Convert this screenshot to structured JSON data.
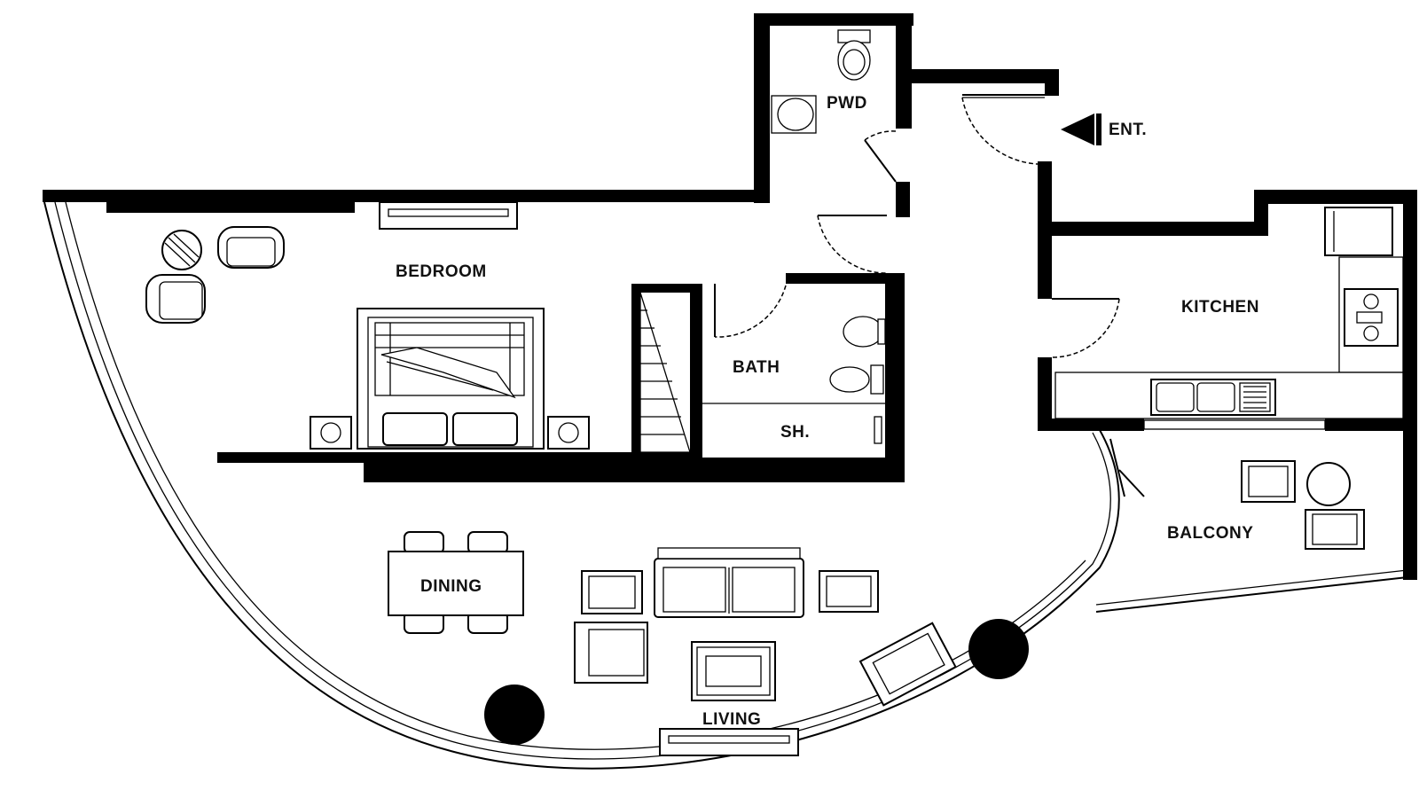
{
  "plan": {
    "rooms": {
      "pwd": "PWD",
      "bedroom": "BEDROOM",
      "bath": "BATH",
      "shower": "SH.",
      "kitchen": "KITCHEN",
      "dining": "DINING",
      "balcony": "BALCONY",
      "living": "LIVING"
    },
    "entrance_label": "ENT.",
    "entrance_icon": "entrance-arrow-icon",
    "colors": {
      "wall": "#000000",
      "background": "#ffffff",
      "text": "#111111"
    }
  }
}
